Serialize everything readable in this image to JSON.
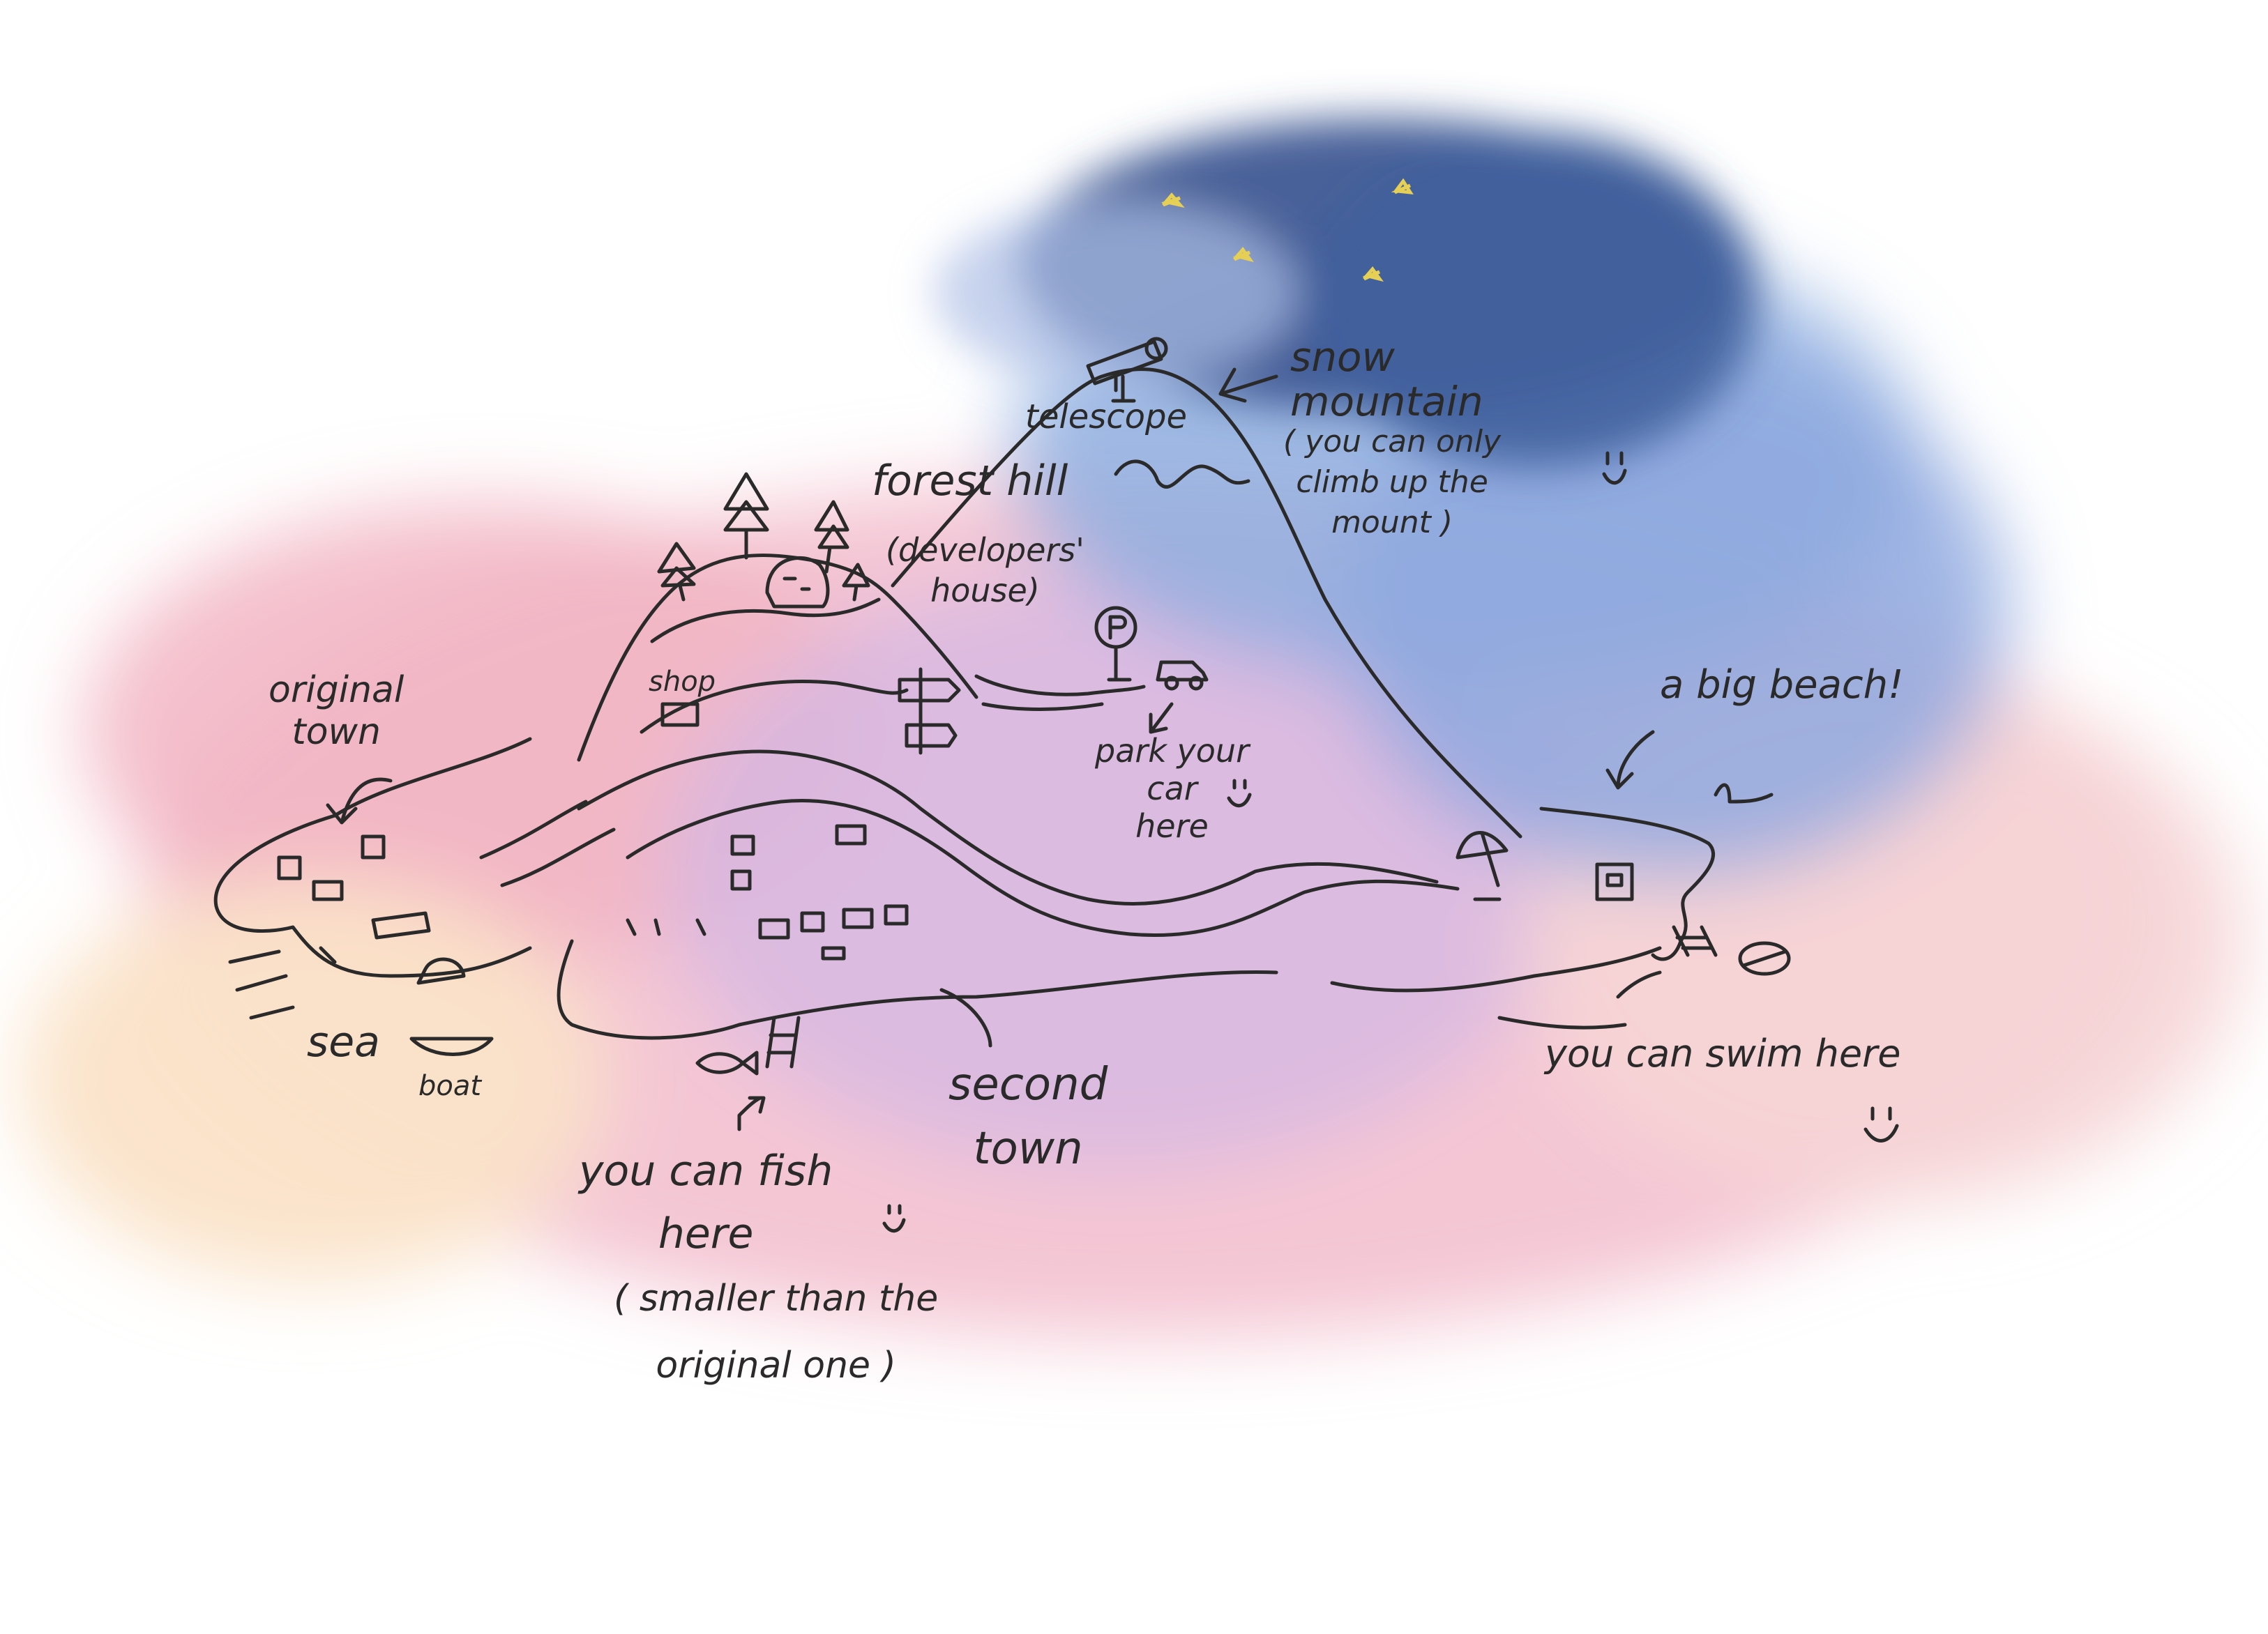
{
  "colors": {
    "paper": "#ffffff",
    "sky_night": "#3f5b96",
    "sky_blue": "#7f9fd8",
    "pink_haze": "#f2b3c3",
    "lavender": "#cdb3e0",
    "sand_yellow": "#fbe2c6",
    "ink": "#2a2a2a",
    "star": "#e8d25a"
  },
  "icons": [
    "star-icon",
    "telescope-icon",
    "pine-tree-icon",
    "house-icon",
    "parking-sign-icon",
    "car-icon",
    "signpost-icon",
    "beach-umbrella-icon",
    "boat-icon",
    "fish-icon",
    "ladder-icon",
    "ball-icon",
    "arrow-icon",
    "smiley-icon"
  ],
  "labels": {
    "snow_mountain": "snow\nmountain",
    "climb_note": "( you can only\nclimb up the\nmount )",
    "telescope": "telescope",
    "forest_hill": "forest hill",
    "developers_house": "(developers'\nhouse)",
    "shop": "shop",
    "original_town": "original\ntown",
    "park_your_car": "park your\ncar\nhere",
    "big_beach": "a big beach!",
    "sea": "sea",
    "boat": "boat",
    "fish": "you can fish\nhere",
    "smaller_note": "( smaller than the\noriginal one )",
    "second_town": "second\ntown",
    "swim": "you can swim here"
  }
}
